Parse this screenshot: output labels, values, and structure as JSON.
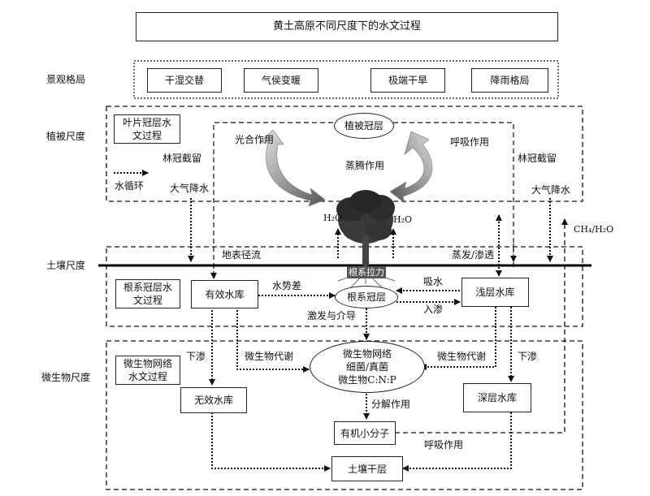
{
  "title": "黄土高原不同尺度下的水文过程",
  "scales": {
    "landscape": "景观格局",
    "vegetation": "植被尺度",
    "soil": "土壤尺度",
    "microbe": "微生物尺度"
  },
  "landscape_items": [
    "干湿交替",
    "气侯变暖",
    "极端干旱",
    "降雨格局"
  ],
  "vegetation": {
    "leaf_process_l1": "叶片冠层水",
    "leaf_process_l2": "文过程",
    "interception_left": "林冠截留",
    "legend_label": "水循环",
    "rain_left": "大气降水",
    "photosynthesis": "光合作用",
    "canopy": "植被冠层",
    "respiration": "呼吸作用",
    "transpiration": "蒸腾作用",
    "interception_right": "林冠截留",
    "rain_right": "大气降水",
    "h2o_left": "H₂O",
    "h2o_right": "H₂O",
    "ch4_h2o": "CH₄/H₂O"
  },
  "soil": {
    "runoff": "地表径流",
    "evaporation": "蒸发/渗透",
    "root_pull": "根系拉力",
    "root_process_l1": "根系冠层水",
    "root_process_l2": "文过程",
    "effective_reservoir": "有效水库",
    "water_potential": "水势差",
    "root_canopy": "根系冠层",
    "absorb": "吸水",
    "infiltrate": "入渗",
    "shallow_reservoir": "浅层水库",
    "excite_mediate": "激发与介导"
  },
  "microbe": {
    "network_l1": "微生物网络",
    "network_l2": "水文过程",
    "seepage_left": "下渗",
    "metabolism_left": "微生物代谢",
    "center_l1": "微生物网络",
    "center_l2": "细菌/真菌",
    "center_l3": "微生物C:N:P",
    "metabolism_right": "微生物代谢",
    "seepage_right": "下渗",
    "ineffective_reservoir": "无效水库",
    "deep_reservoir": "深层水库",
    "decomposition": "分解作用",
    "small_molecules": "有机小分子",
    "respiration": "呼吸作用",
    "dry_layer": "土壤干层"
  }
}
